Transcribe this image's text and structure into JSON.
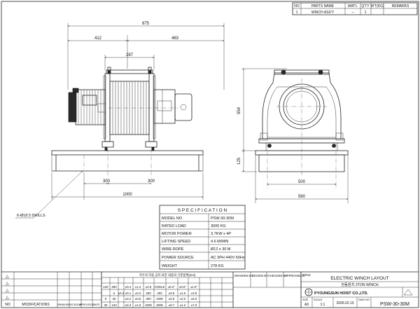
{
  "parts_list": {
    "headers": [
      "NO",
      "PARTS NAME",
      "MAT'L",
      "Q'TY",
      "W'T(KG)",
      "REMARKS"
    ],
    "rows": [
      [
        "1",
        "WINCH ASS'Y",
        "–",
        "1",
        "",
        ""
      ]
    ]
  },
  "dimensions": {
    "overall_width": "875",
    "left_span": "412",
    "right_span": "463",
    "drum_width": "287",
    "height": "554",
    "base_height": "125",
    "bolt_left": "300",
    "bolt_right": "300",
    "base_length": "1000",
    "side_bolt_span": "500",
    "side_base_width": "560",
    "drill_note": "6-Ø18.5 DRILLS"
  },
  "specification": {
    "title": "S P E C I F I C A T I O N",
    "rows": [
      {
        "label": "MODEL NO",
        "value": "PSW-30-30M"
      },
      {
        "label": "RATED LOAD",
        "value": "3000 KG"
      },
      {
        "label": "MOTOR POWER",
        "value": "3.7KW x 4P"
      },
      {
        "label": "LIFTING SPEED",
        "value": "4.6 M/MIN"
      },
      {
        "label": "WIRE ROPE",
        "value": "Ø12 x 30 M"
      },
      {
        "label": "POWER SOURCE",
        "value": "AC 3PH 440V 60Hz"
      },
      {
        "label": "WEIGHT",
        "value": "278 KG"
      }
    ]
  },
  "tolerance_table": {
    "title": "치수의 허용 공차 표준 내용의 기준범위[mm]",
    "rows": [
      [
        "",
        "6",
        "±0.1",
        "±0.3",
        "250",
        "400",
        "±0.5",
        "±1.5",
        "±3.5"
      ],
      [
        "6",
        "30",
        "±0.2",
        "±0.6",
        "400",
        "1000",
        "±0.6",
        "±2.0",
        "±5.0"
      ],
      [
        "30",
        "120",
        "±0.3",
        "±1.0",
        "1000",
        "2000",
        "±0.7",
        "±1.2",
        "±7.0"
      ],
      [
        "120",
        "250",
        "±0.4",
        "±1.2",
        "±2.5",
        "ANGLE",
        "±0.2°",
        "±0.5°",
        "±1.0°"
      ]
    ],
    "mid_val": "±0.2"
  },
  "revision_block": {
    "headers": [
      "NO",
      "MODIFICATIONS",
      "DRAWN BY",
      "CHECKED BY",
      "APPROVED BY",
      "DATE"
    ]
  },
  "signatures": {
    "drawing_by": "DRAWING BY",
    "design_by": "DESIGN BY",
    "checked_by": "CHECKED BY",
    "approved_by": "APPROVED BY"
  },
  "title_block": {
    "title_label": "TITLE",
    "title": "ELECTRIC WINCH LAYOUT",
    "subtitle": "전동윈치 3TON WINCH",
    "company": "PYOUNGSUN HOIST CO.,LTD.",
    "scale_label": "SCALE",
    "scale": "1:1",
    "size_label": "SIZE",
    "size": "A3",
    "date": "2006.02.10",
    "dwg_label": "DWG NO",
    "dwg_no": "PSW-30-30M"
  }
}
